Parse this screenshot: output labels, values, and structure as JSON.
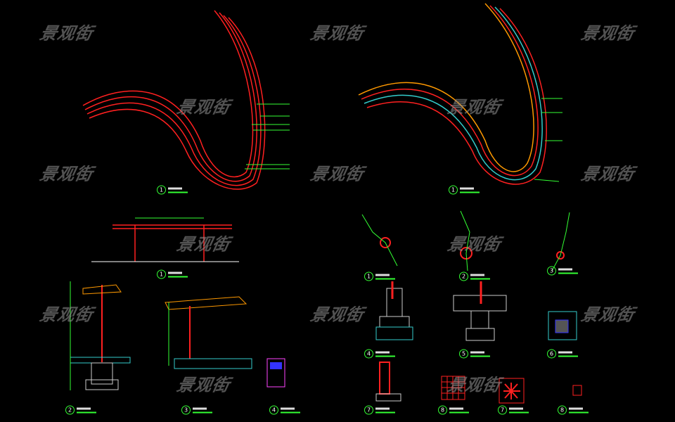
{
  "watermark": "景观街",
  "detail_labels": [
    "1",
    "1",
    "1",
    "2",
    "3",
    "4",
    "1",
    "2",
    "3",
    "4",
    "5",
    "6",
    "7",
    "8",
    "7",
    "8"
  ],
  "colors": {
    "background": "#000000",
    "primary_line": "#ff2020",
    "annotation": "#33ff33",
    "secondary": "#ff9900",
    "cyan": "#33cccc",
    "text": "#ffffff"
  }
}
